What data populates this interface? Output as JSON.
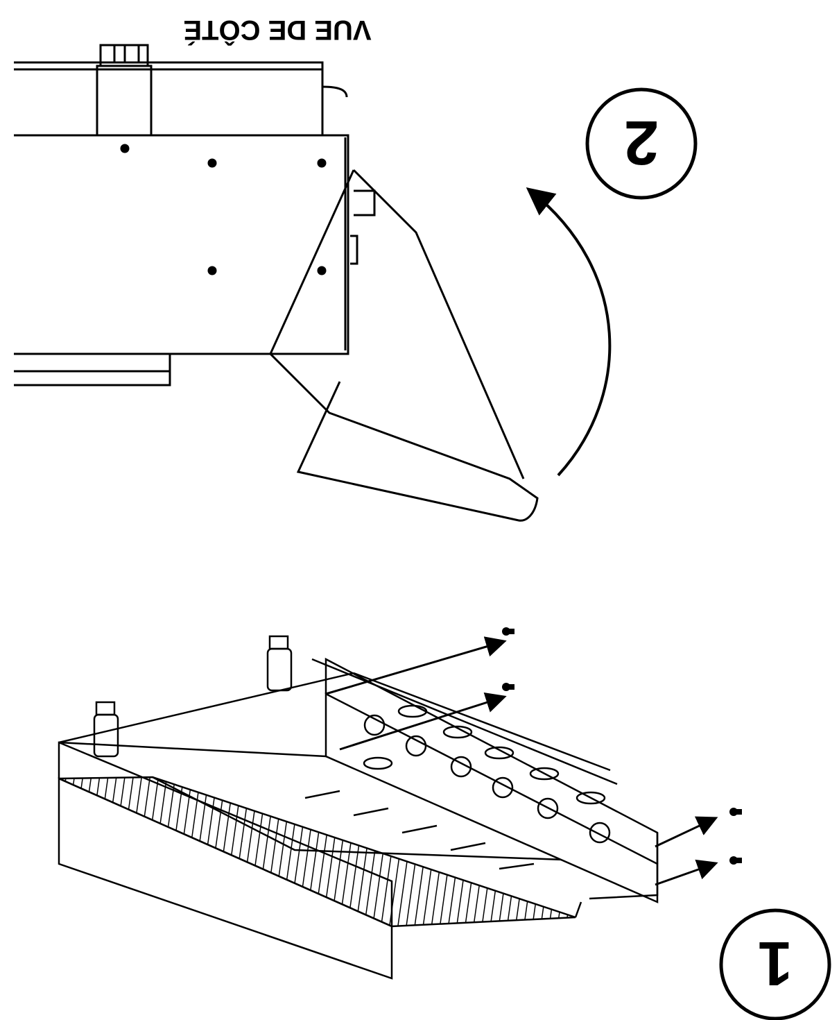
{
  "diagram": {
    "orientation": "rotated-180",
    "view_label": "VUE DE CÔTÉ",
    "steps": [
      {
        "label": "1"
      },
      {
        "label": "2"
      }
    ],
    "colors": {
      "line": "#000000",
      "background": "#ffffff"
    }
  }
}
